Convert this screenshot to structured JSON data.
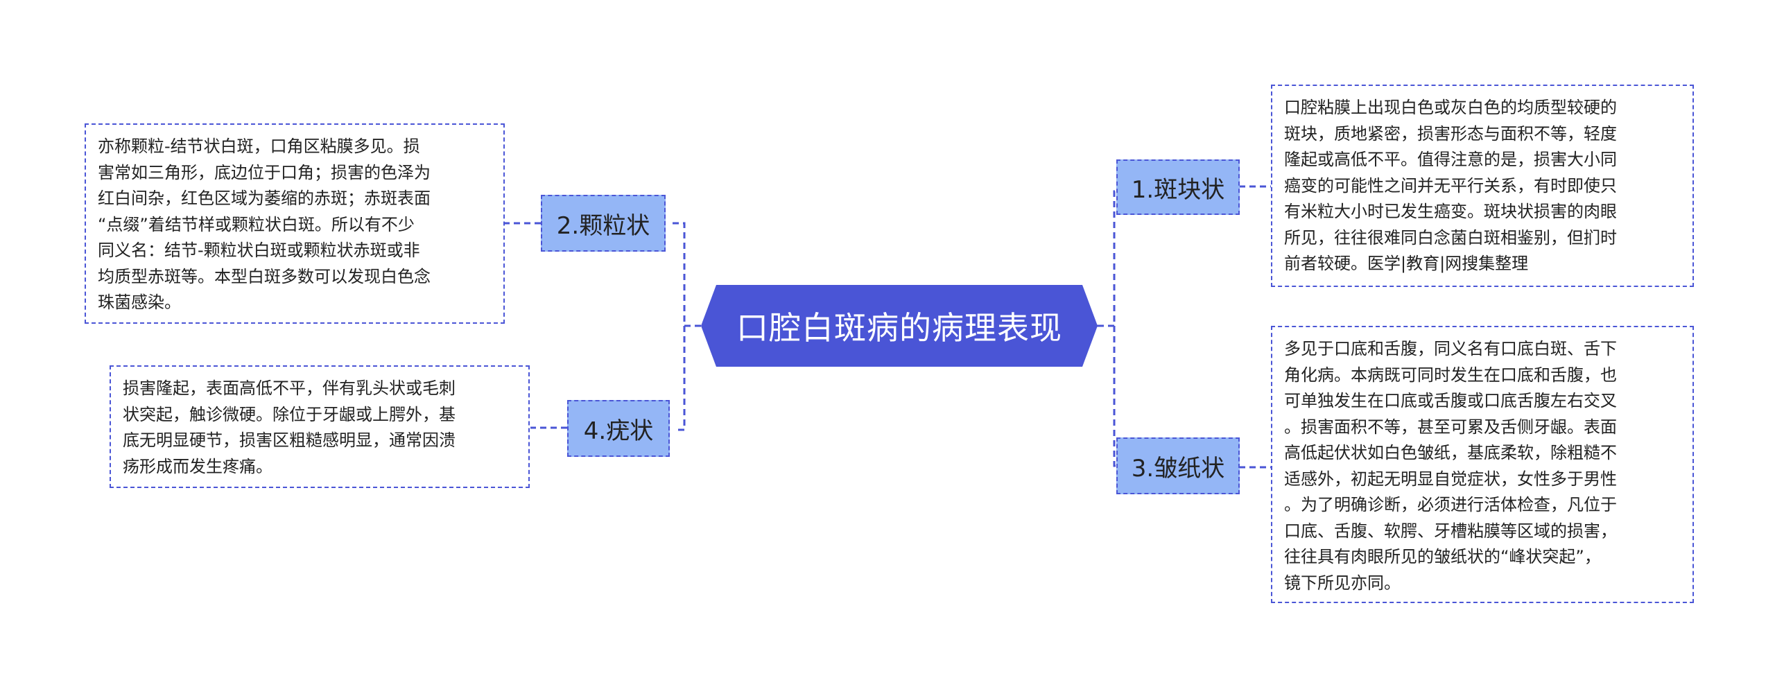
{
  "root": {
    "title": "口腔白斑病的病理表现"
  },
  "branches": [
    {
      "label": "1.斑块状"
    },
    {
      "label": "2.颗粒状"
    },
    {
      "label": "3.皱纸状"
    },
    {
      "label": "4.疣状"
    }
  ],
  "notes": [
    {
      "text": "口腔粘膜上出现白色或灰白色的均质型较硬的\n斑块，质地紧密，损害形态与面积不等，轻度\n隆起或高低不平。值得注意的是，损害大小同\n癌变的可能性之间并无平行关系，有时即使只\n有米粒大小时已发生癌变。斑块状损害的肉眼\n所见，往往很难同白念菌白斑相鉴别，但扪时\n前者较硬。医学|教育|网搜集整理"
    },
    {
      "text": "亦称颗粒-结节状白斑，口角区粘膜多见。损\n害常如三角形，底边位于口角；损害的色泽为\n红白间杂，红色区域为萎缩的赤斑；赤斑表面\n“点缀”着结节样或颗粒状白斑。所以有不少\n同义名：结节-颗粒状白斑或颗粒状赤斑或非\n均质型赤斑等。本型白斑多数可以发现白色念\n珠菌感染。"
    },
    {
      "text": "多见于口底和舌腹，同义名有口底白斑、舌下\n角化病。本病既可同时发生在口底和舌腹，也\n可单独发生在口底或舌腹或口底舌腹左右交叉\n。损害面积不等，甚至可累及舌侧牙龈。表面\n高低起伏状如白色皱纸，基底柔软，除粗糙不\n适感外，初起无明显自觉症状，女性多于男性\n。为了明确诊断，必须进行活体检查，凡位于\n口底、舌腹、软腭、牙槽粘膜等区域的损害，\n往往具有肉眼所见的皱纸状的“峰状突起”，\n镜下所见亦同。"
    },
    {
      "text": "损害隆起，表面高低不平，伴有乳头状或毛刺\n状突起，触诊微硬。除位于牙龈或上腭外，基\n底无明显硬节，损害区粗糙感明显，通常因溃\n疡形成而发生疼痛。"
    }
  ],
  "colors": {
    "root": "#4a55d6",
    "branch": "#94b6f6",
    "border": "#4a55d6",
    "text": "#222222"
  }
}
